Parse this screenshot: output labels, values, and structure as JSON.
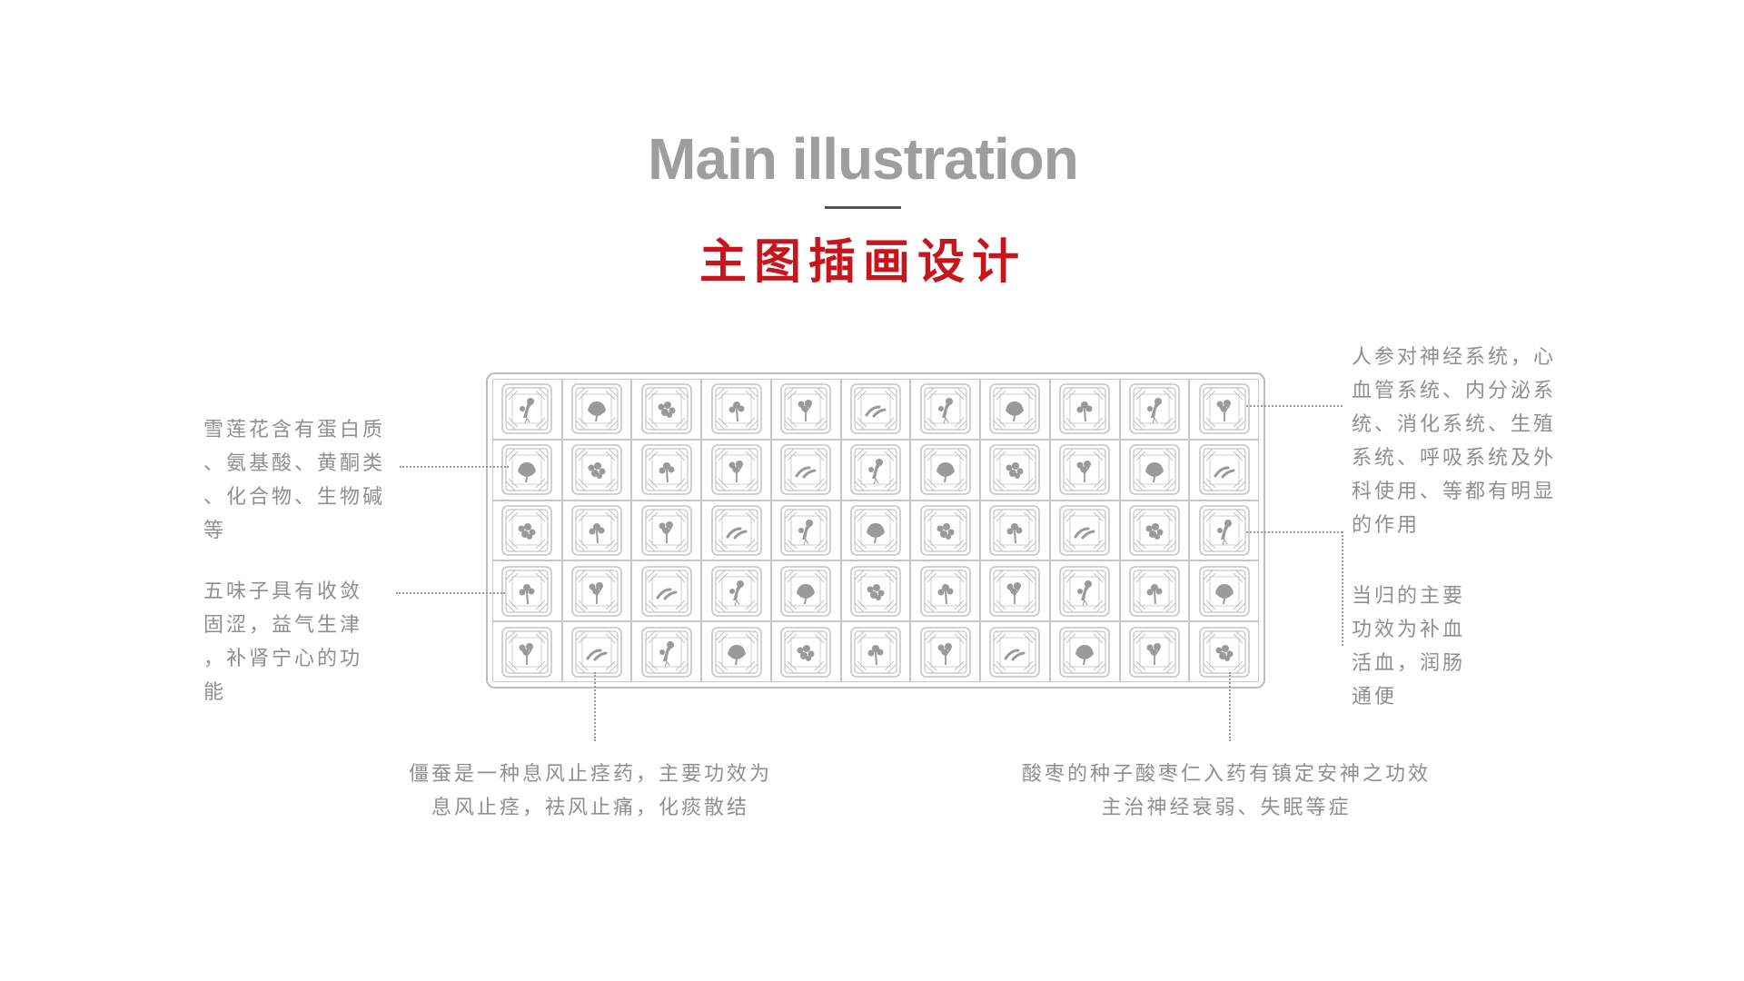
{
  "header": {
    "title_en": "Main illustration",
    "title_zh": "主图插画设计",
    "accent_color": "#c4161c"
  },
  "notes": {
    "snow_lotus": "雪莲花含有蛋白质\n、氨基酸、黄酮类\n、化合物、生物碱\n等",
    "schisandra": "五味子具有收敛\n固涩，益气生津\n，补肾宁心的功\n能",
    "ginseng": "人参对神经系统，心\n血管系统、内分泌系\n统、消化系统、生殖\n系统、呼吸系统及外\n科使用、等都有明显\n的作用",
    "angelica": "当归的主要\n功效为补血\n活血，润肠\n通便",
    "silkworm": "僵蚕是一种息风止痉药，主要功效为\n息风止痉，祛风止痛，化痰散结",
    "jujube": "酸枣的种子酸枣仁入药有镇定安神之功效\n主治神经衰弱、失眠等症"
  },
  "grid": {
    "icon_names": [
      "ginseng-icon",
      "snow-lotus-icon",
      "schisandra-icon",
      "peony-icon",
      "angelica-icon",
      "silkworm-icon"
    ],
    "rows": [
      [
        0,
        1,
        2,
        3,
        4,
        5,
        0,
        1,
        3,
        0,
        4
      ],
      [
        1,
        2,
        3,
        4,
        5,
        0,
        1,
        2,
        4,
        1,
        5
      ],
      [
        2,
        3,
        4,
        5,
        0,
        1,
        2,
        3,
        5,
        2,
        0
      ],
      [
        3,
        4,
        5,
        0,
        1,
        2,
        3,
        4,
        0,
        3,
        1
      ],
      [
        4,
        5,
        0,
        1,
        2,
        3,
        4,
        5,
        1,
        4,
        2
      ]
    ]
  }
}
